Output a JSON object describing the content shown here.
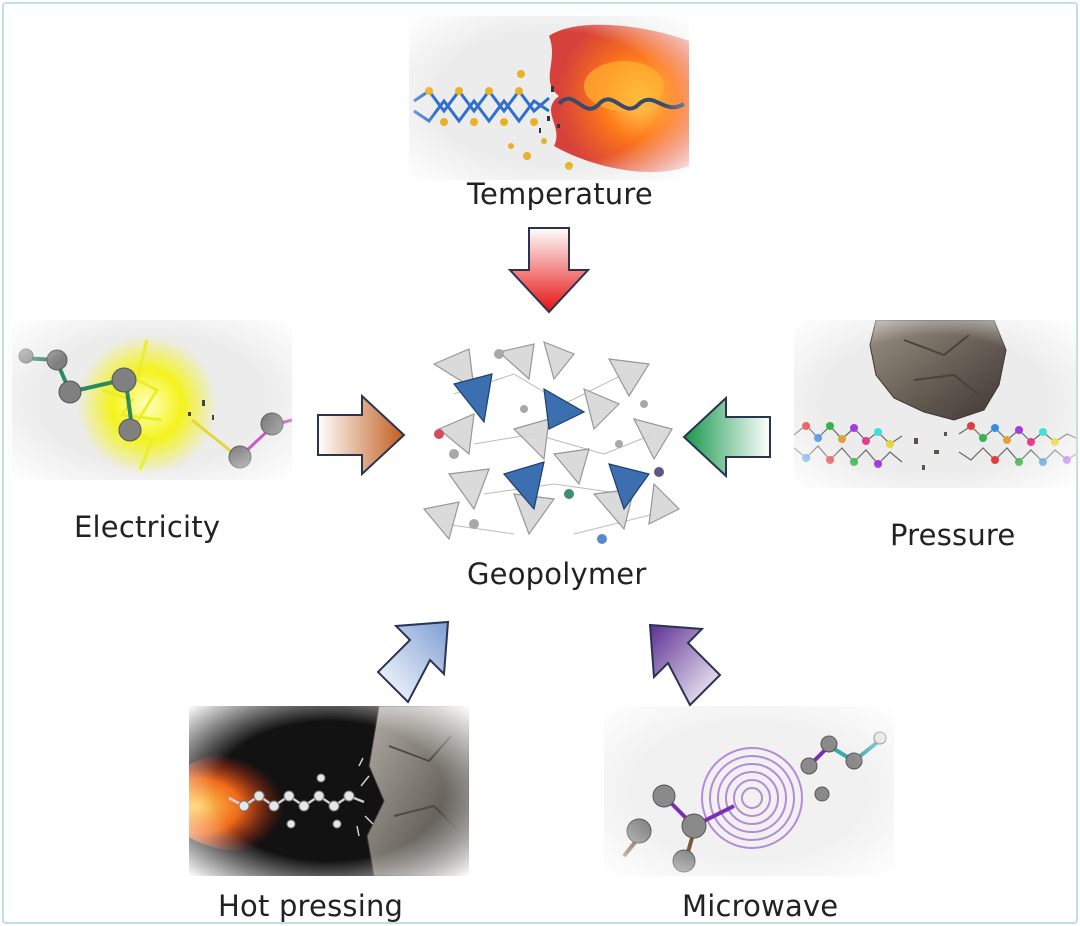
{
  "center": {
    "label": "Geopolymer",
    "icon": "geopolymer-network"
  },
  "methods": {
    "temperature": {
      "label": "Temperature",
      "icon": "flame-chain",
      "arrow_color": "#e5100f"
    },
    "electricity": {
      "label": "Electricity",
      "icon": "lightning-chain",
      "arrow_color": "#c05e1e"
    },
    "pressure": {
      "label": "Pressure",
      "icon": "rock-chain",
      "arrow_color": "#16984a"
    },
    "hot_pressing": {
      "label": "Hot pressing",
      "icon": "flame-rock-chain",
      "arrow_color": "#7f9fd4"
    },
    "microwave": {
      "label": "Microwave",
      "icon": "microwave-waves-chain",
      "arrow_color": "#5d2f93"
    }
  },
  "colors": {
    "frame_border": "#bfe3d6",
    "tetrahedron_blue": "#3b6fb0",
    "tetrahedron_gray": "#cfcfcf"
  }
}
